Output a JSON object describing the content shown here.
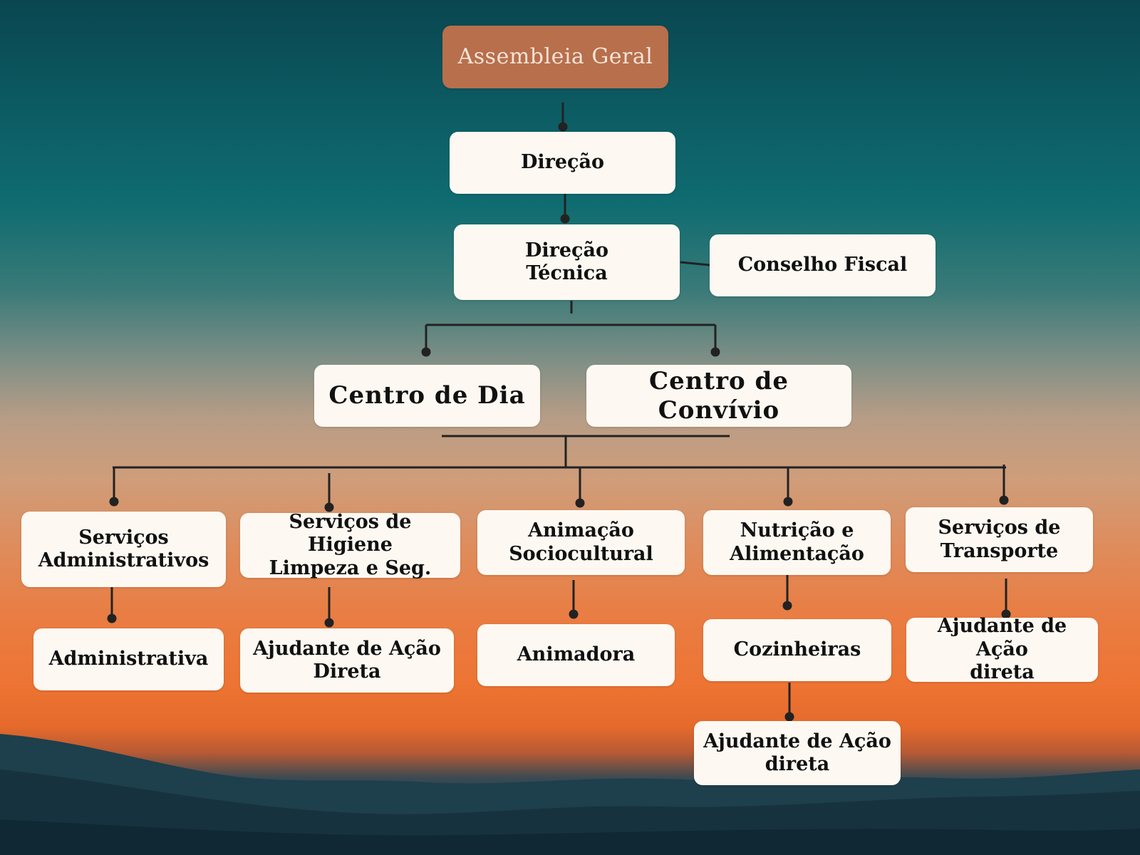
{
  "colors": {
    "node_fill": "#fdf9f2",
    "top_node_fill": "#b86f4b",
    "top_node_text": "#f4e4d8",
    "connector": "#222222",
    "sky_top": "#0a4650",
    "sky_horizon": "#ed7433"
  },
  "org_chart": {
    "assembleia": "Assembleia Geral",
    "direcao": "Direção",
    "direcao_tecnica": "Direção\nTécnica",
    "conselho_fiscal": "Conselho Fiscal",
    "centro_dia": "Centro de Dia",
    "centro_convivio": "Centro de Convívio",
    "servicos_administrativos": "Serviços\nAdministrativos",
    "servicos_higiene": "Serviços de Higiene\nLimpeza e Seg.",
    "animacao": "Animação\nSociocultural",
    "nutricao": "Nutrição e\nAlimentação",
    "transporte": "Serviços de\nTransporte",
    "administrativa": "Administrativa",
    "ajudante_direta_higiene": "Ajudante de Ação\nDireta",
    "animadora": "Animadora",
    "cozinheiras": "Cozinheiras",
    "ajudante_direta_transporte": "Ajudante de Ação\ndireta",
    "ajudante_direta_cozinha": "Ajudante de Ação\ndireta"
  }
}
